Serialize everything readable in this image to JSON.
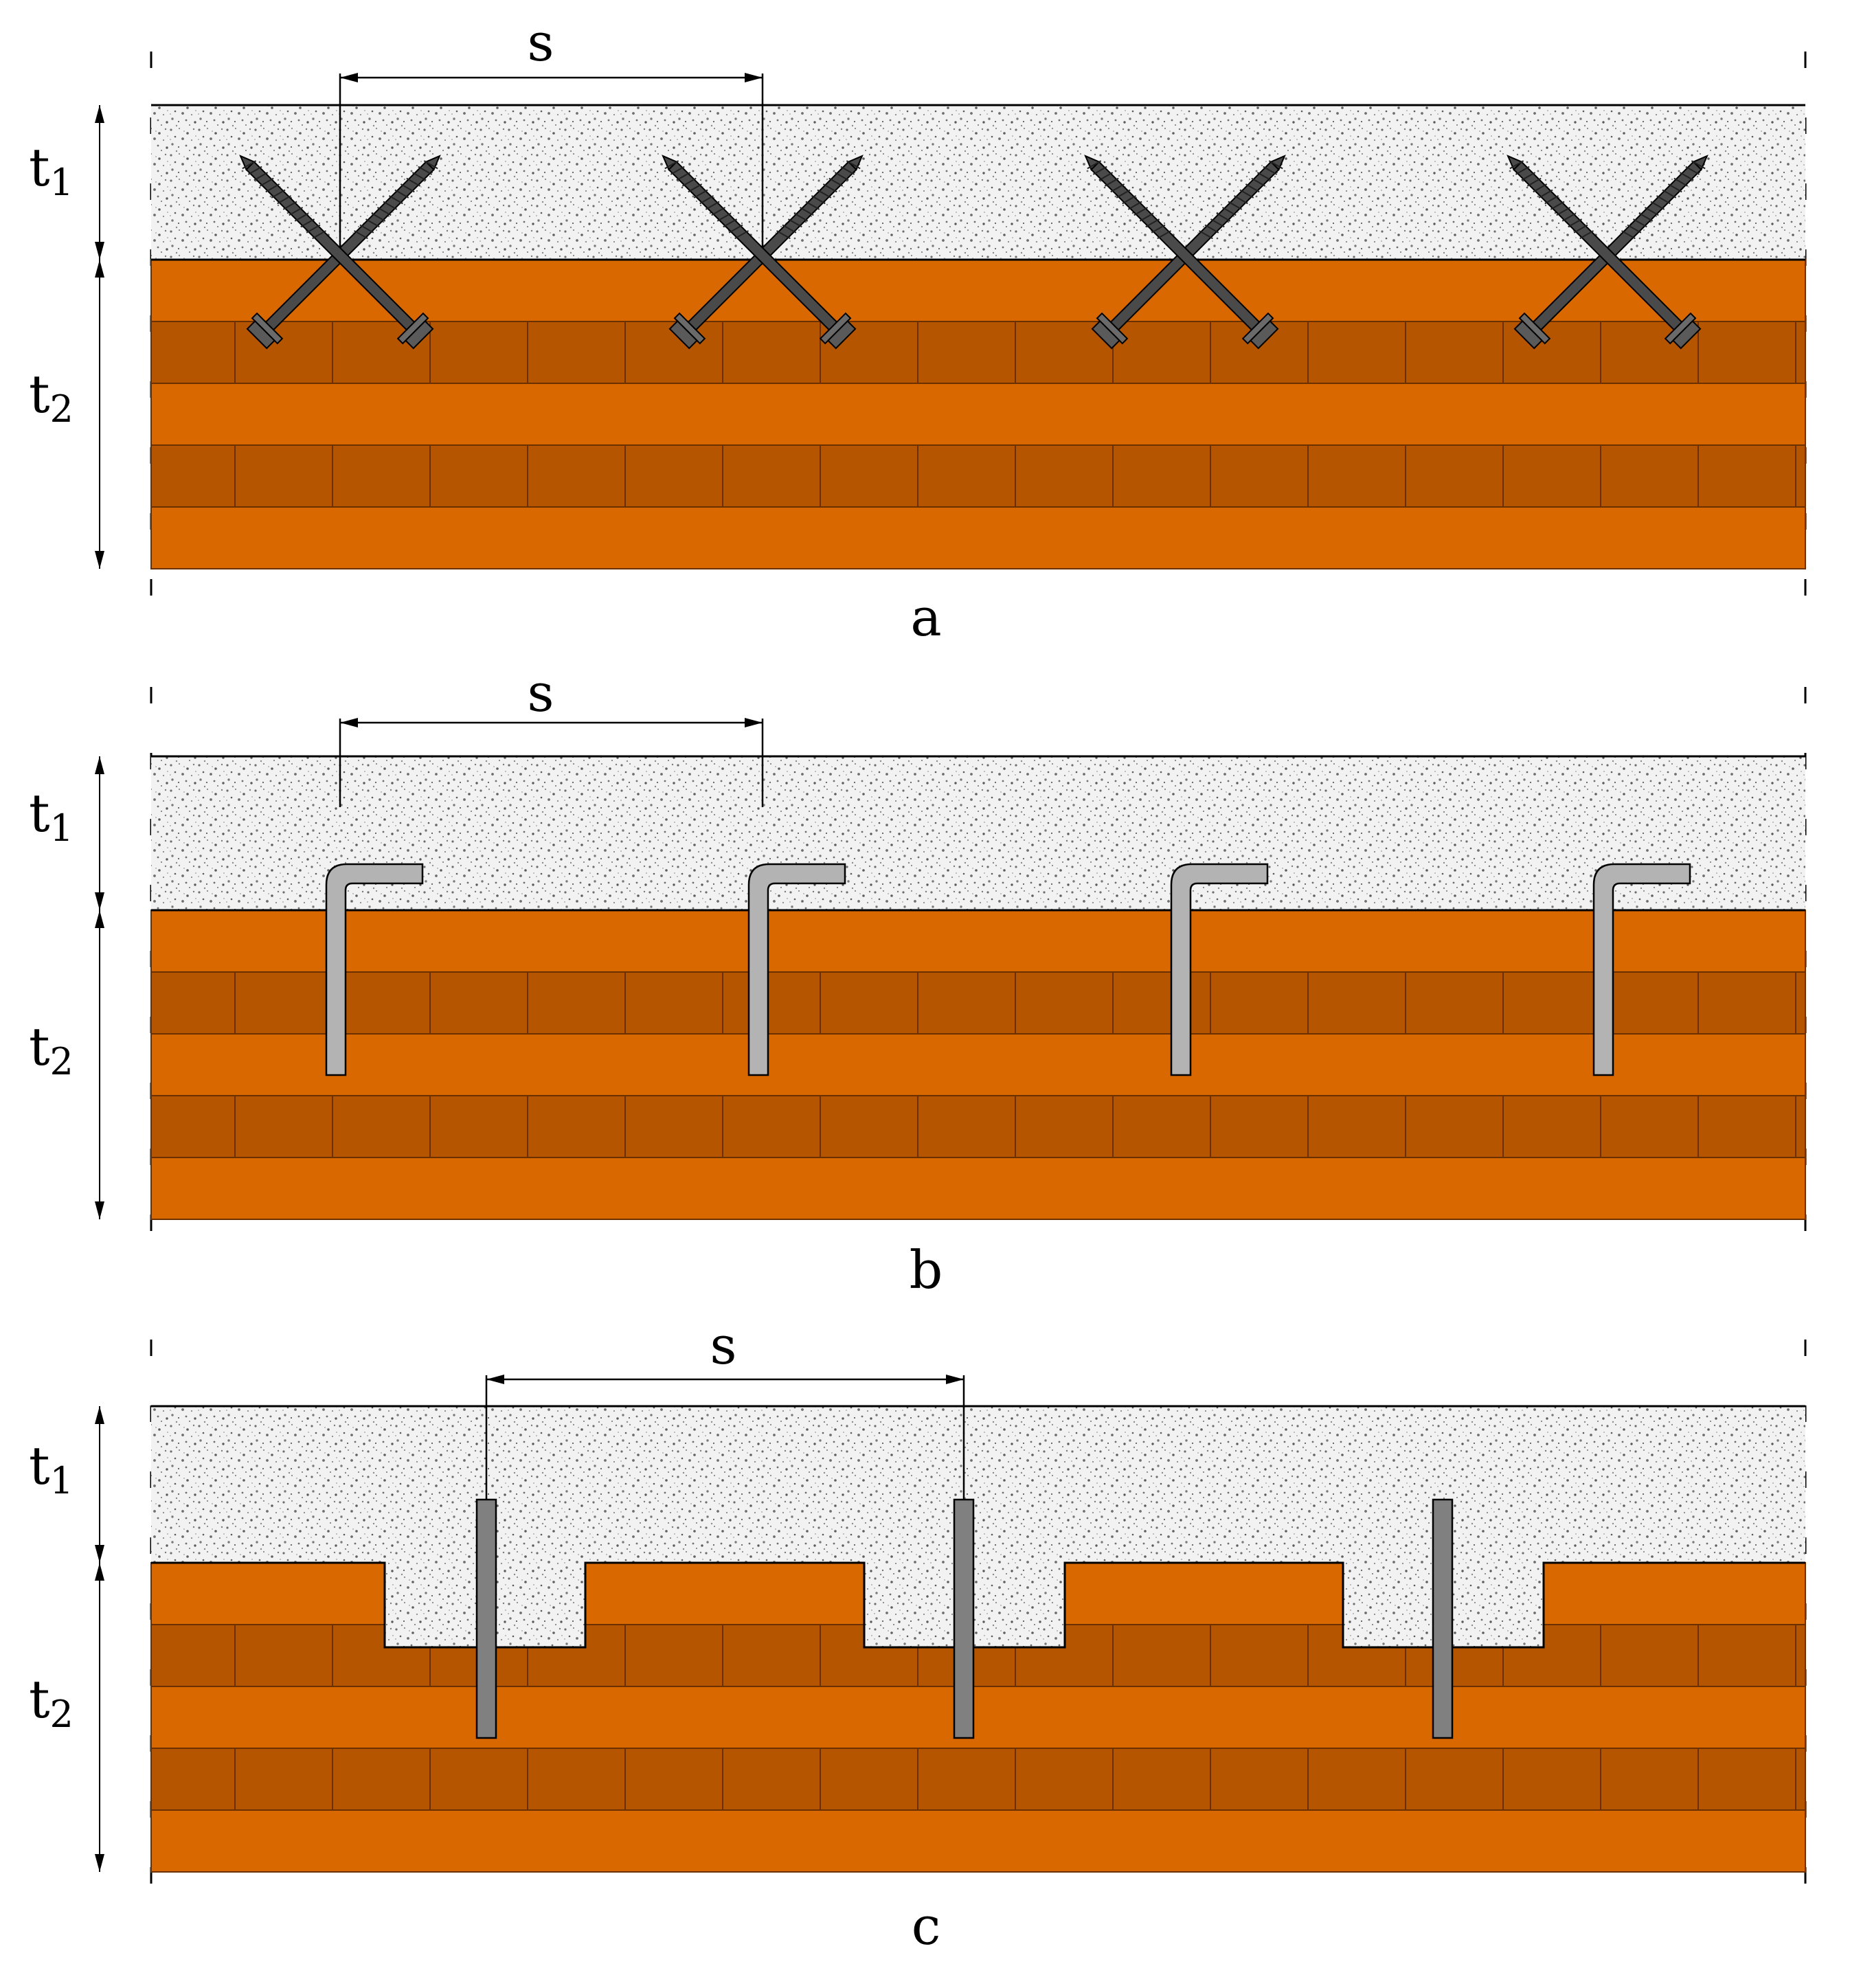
{
  "colors": {
    "concrete_fill": "#f2f2f2",
    "concrete_speckle": "#6e6e6e",
    "timber_light": "#d96800",
    "timber_dark": "#b55500",
    "timber_line": "#6b3000",
    "screw": "#4a4a4a",
    "bar_light": "#b3b3b3",
    "bar_dark": "#808080",
    "outline": "#000000"
  },
  "dimension_label": "s",
  "thickness_labels": {
    "t1_base": "t",
    "t1_sub": "1",
    "t2_base": "t",
    "t2_sub": "2"
  },
  "panels": [
    {
      "id": "a",
      "caption": "a",
      "connector": "crossed-inclined-screws",
      "count": 4
    },
    {
      "id": "b",
      "caption": "b",
      "connector": "bent-steel-bars",
      "count": 4
    },
    {
      "id": "c",
      "caption": "c",
      "connector": "notches-with-vertical-dowels",
      "count": 3
    }
  ]
}
